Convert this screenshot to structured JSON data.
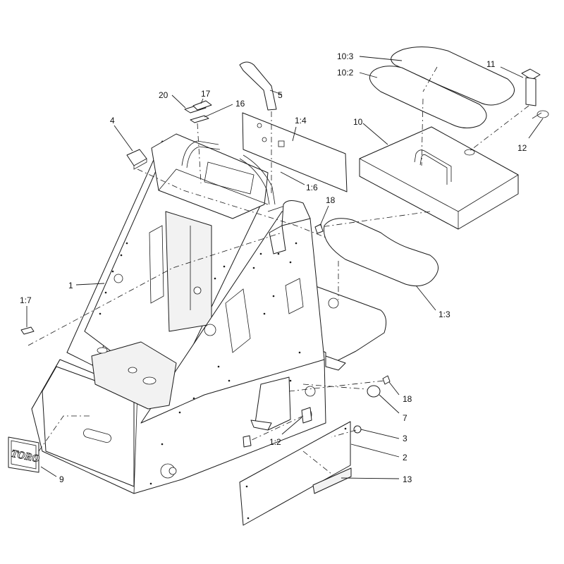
{
  "callouts": {
    "c_10_3": "10:3",
    "c_10_2": "10:2",
    "c_11": "11",
    "c_5": "5",
    "c_20": "20",
    "c_17": "17",
    "c_16": "16",
    "c_1_4": "1:4",
    "c_10": "10",
    "c_12": "12",
    "c_4": "4",
    "c_1_6": "1:6",
    "c_18_top": "18",
    "c_1": "1",
    "c_1_7": "1:7",
    "c_1_3": "1:3",
    "c_18_bottom": "18",
    "c_7": "7",
    "c_3": "3",
    "c_1_2": "1:2",
    "c_2": "2",
    "c_13": "13",
    "c_9": "9"
  },
  "logo_text": "TORO",
  "icons": {
    "decal": "toro-logo-decal"
  }
}
